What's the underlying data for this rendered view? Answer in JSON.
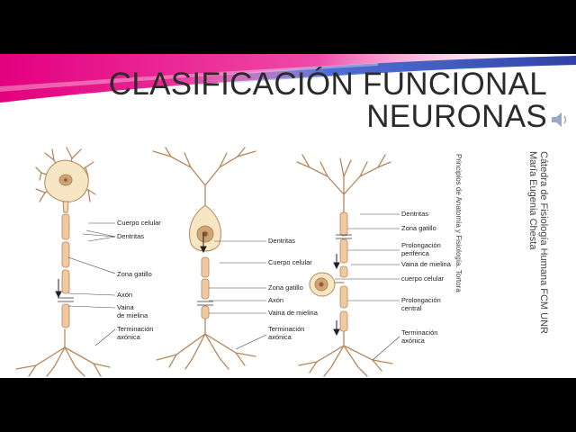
{
  "slide": {
    "title_line1": "CLASIFICACIÓN FUNCIONAL",
    "title_line2": "NEURONAS",
    "credit": "Principios de Anatomía y Fisiología. Tortora",
    "author_line1": "Cátedra de Fisiología Humana FCM UNR",
    "author_line2": "María Eugenia Chesta"
  },
  "neuron1": {
    "cuerpo_celular": "Cuerpo celular",
    "dentritas": "Dentritas",
    "zona_gatillo": "Zona gatillo",
    "axon": "Axón",
    "vaina_line1": "Vaina",
    "vaina_line2": "de mielina",
    "terminacion_line1": "Terminación",
    "terminacion_line2": "axónica"
  },
  "neuron2": {
    "dentritas": "Dentritas",
    "cuerpo_celular": "Cuerpo celular",
    "zona_gatillo": "Zona gatillo",
    "axon": "Axón",
    "vaina": "Vaina de mielina",
    "terminacion_line1": "Terminación",
    "terminacion_line2": "axónica"
  },
  "neuron3": {
    "dentritas": "Dentritas",
    "zona_gatillo": "Zona gatillo",
    "prolongacion_periferica_line1": "Prolongación",
    "prolongacion_periferica_line2": "periférica",
    "vaina": "Vaina de mielina",
    "cuerpo_celular": "cuerpo celular",
    "prolongacion_central_line1": "Prolongación",
    "prolongacion_central_line2": "central",
    "terminacion_line1": "Terminación",
    "terminacion_line2": "axónica"
  },
  "colors": {
    "banner_magenta": "#e3007e",
    "banner_blue": "#1a2b9c",
    "neuron_fill": "#f1dcb5",
    "neuron_stroke": "#b8865a",
    "myelin_fill": "#efc9a0",
    "soma_fill": "#f6e6c4",
    "nucleus_fill": "#cfa574"
  }
}
